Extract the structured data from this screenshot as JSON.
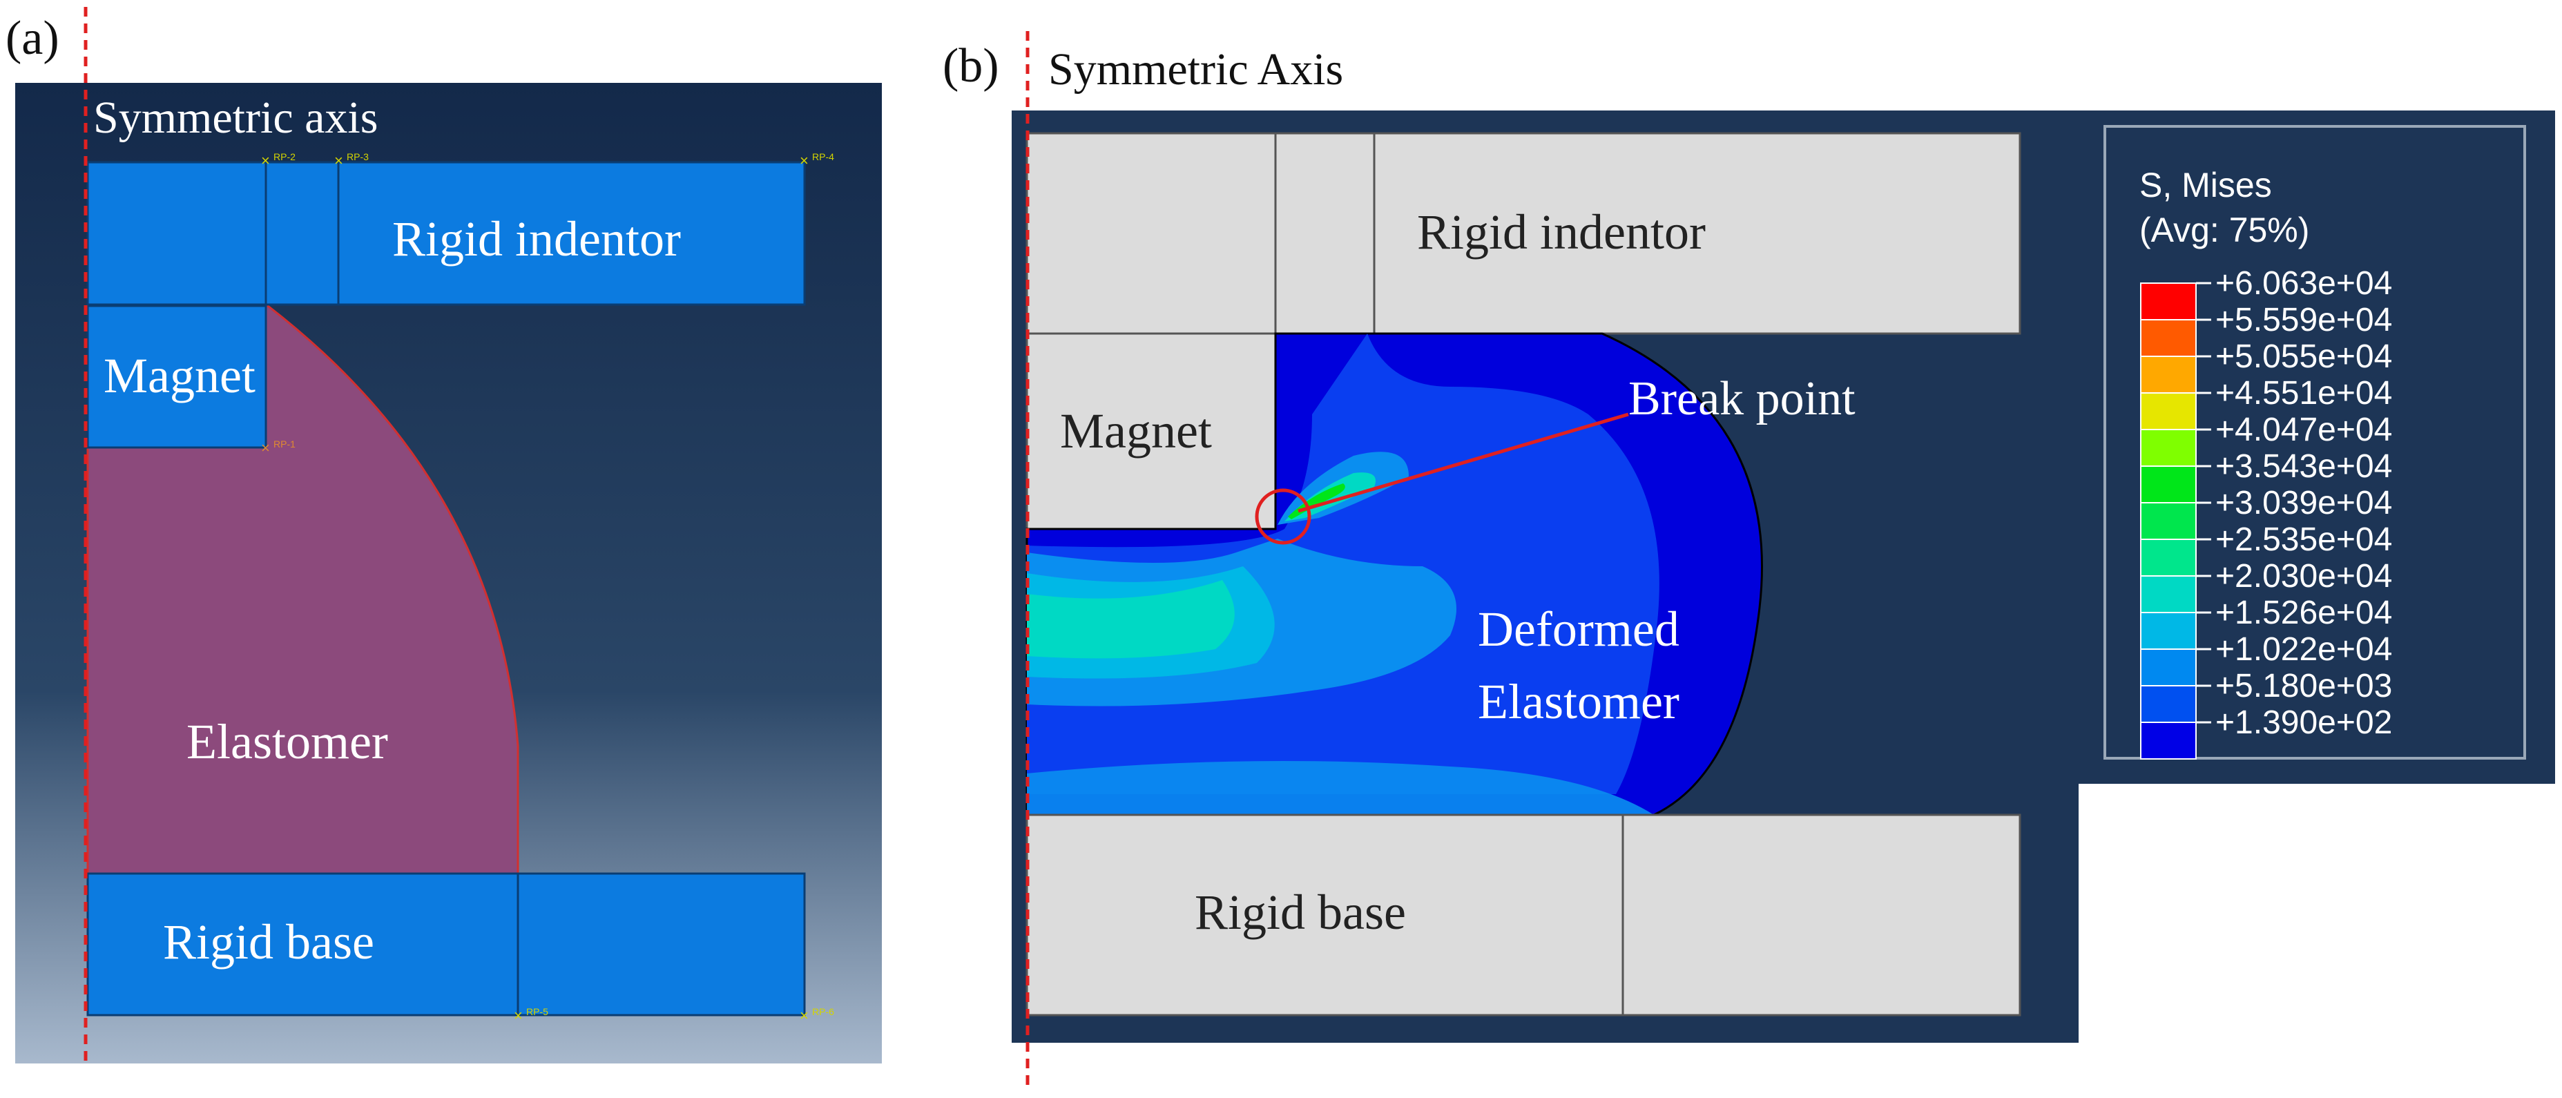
{
  "panel_a": {
    "tag": "(a)",
    "axis_label": "Symmetric axis",
    "labels": {
      "rigid_indentor": "Rigid indentor",
      "magnet": "Magnet",
      "elastomer": "Elastomer",
      "rigid_base": "Rigid base"
    },
    "ref_points": [
      "RP-2",
      "RP-3",
      "RP-4",
      "RP-1",
      "RP-5",
      "RP-6"
    ],
    "colors": {
      "part": "#0c7be0",
      "elastomer": "#8c4a7c",
      "background_top": "#152f52",
      "background_bottom": "#a9b9cc"
    }
  },
  "panel_b": {
    "tag": "(b)",
    "axis_label": "Symmetric Axis",
    "labels": {
      "rigid_indentor": "Rigid indentor",
      "magnet": "Magnet",
      "deformed_line1": "Deformed",
      "deformed_line2": "Elastomer",
      "rigid_base": "Rigid base",
      "break_point": "Break point"
    },
    "legend": {
      "title1": "S, Mises",
      "title2": "(Avg: 75%)",
      "values": [
        "+6.063e+04",
        "+5.559e+04",
        "+5.055e+04",
        "+4.551e+04",
        "+4.047e+04",
        "+3.543e+04",
        "+3.039e+04",
        "+2.535e+04",
        "+2.030e+04",
        "+1.526e+04",
        "+1.022e+04",
        "+5.180e+03",
        "+1.390e+02"
      ],
      "colors": [
        "#ff0000",
        "#ff5a00",
        "#ffa800",
        "#e6e600",
        "#7fff00",
        "#00e619",
        "#00e64d",
        "#00e68c",
        "#00d9c4",
        "#00b8e6",
        "#0089f0",
        "#0050f0",
        "#0000e6"
      ]
    },
    "colors": {
      "part": "#dcdcdc",
      "background": "#1d3556",
      "axis": "#e02020"
    }
  }
}
